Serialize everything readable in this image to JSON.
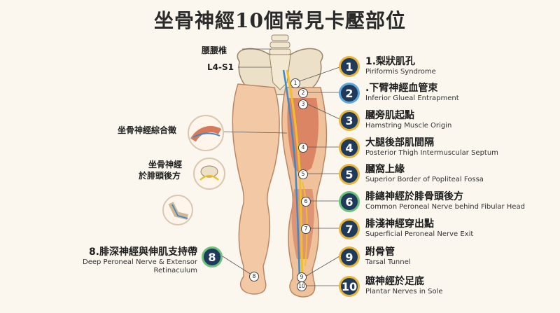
{
  "title": "坐骨神經10個常見卡壓部位",
  "left_labels": {
    "lumbosacral": "腰腰椎",
    "l4s1": "L4-S1",
    "sciatic_syndrome": "坐骨神經綜合徵",
    "fibula_line1": "坐骨神經",
    "fibula_line2": "於腓頭後方"
  },
  "sites": [
    {
      "num": "1",
      "zh": "1.梨狀肌孔",
      "en": "Piriformis Syndrome",
      "ring": "gold"
    },
    {
      "num": "2",
      "zh": ".下臂神經血管束",
      "en": "Inferior Glueal Entrapment",
      "ring": "blue"
    },
    {
      "num": "3",
      "zh": "膕旁肌起點",
      "en": "Hamstring Muscle Origin",
      "ring": "gold"
    },
    {
      "num": "4",
      "zh": "大腿後部肌間隔",
      "en": "Posterior Thigh Intermuscular Septum",
      "ring": "gold"
    },
    {
      "num": "5",
      "zh": "膕窩上緣",
      "en": "Superior Border of Popliteal Fossa",
      "ring": "gold"
    },
    {
      "num": "6",
      "zh": "腓總神經於腓骨頭後方",
      "en": "Common Peroneal Nerve behind Fibular Head",
      "ring": "green"
    },
    {
      "num": "7",
      "zh": "腓淺神經穿出點",
      "en": "Superficial Peroneal Nerve Exit",
      "ring": "gold"
    },
    {
      "num": "9",
      "zh": "跗骨管",
      "en": "Tarsal Tunnel",
      "ring": "gold"
    },
    {
      "num": "10",
      "zh": "蹠神經於足底",
      "en": "Plantar Nerves in Sole",
      "ring": "gold"
    }
  ],
  "site8": {
    "num": "8",
    "zh": "8.腓深神經與伸肌支持帶",
    "en1": "Deep Peroneal Nerve & Extensor",
    "en2": "Retinaculum"
  },
  "leg_dots": [
    "1",
    "2",
    "3",
    "4",
    "5",
    "6",
    "7",
    "8",
    "9",
    "10"
  ]
}
